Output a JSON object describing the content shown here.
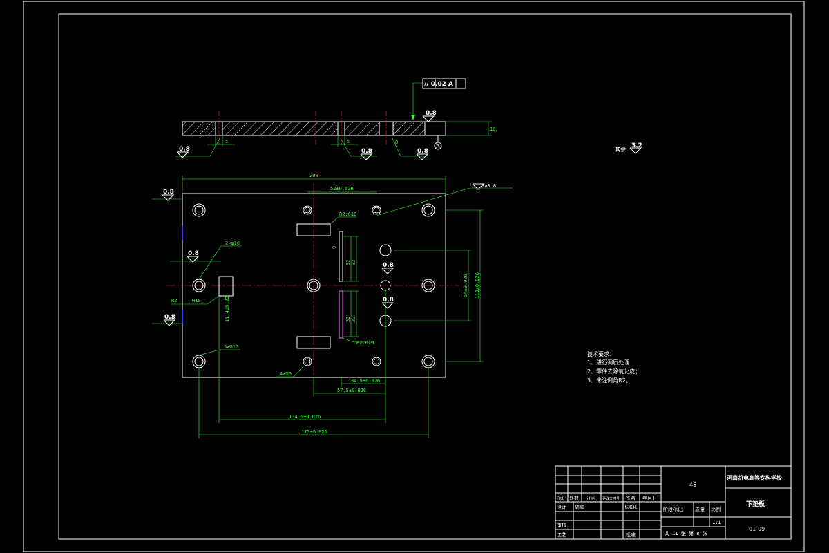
{
  "colors": {
    "background": "#000000",
    "outline": "#ffffff",
    "dimension": "#33ff33",
    "centerline": "#ff3333",
    "accent": "#3333ff"
  },
  "section_view": {
    "datum_label": "A",
    "flatness_tol": "// 0.02 A",
    "thickness": "10",
    "gap_labels": [
      "5",
      "5"
    ],
    "roughness_top": "0.8",
    "roughness_labels": [
      "0.8",
      "0.8",
      "0.8"
    ],
    "small_label": "8"
  },
  "plan_view": {
    "overall_width": "200",
    "roughness_labels": [
      "0.8",
      "0.8",
      "0.8",
      "0.8",
      "0.8",
      "0.8"
    ],
    "surface_note": "Ra0.8",
    "dims": {
      "top_hole_spacing": "52±0.026",
      "radius_top": "R2.610",
      "radius_bottom": "R2.610",
      "slot_a": "32",
      "slot_b": "32",
      "slot_c": "32",
      "slot_d": "32",
      "height_inner": "54±0.026",
      "height_outer": "113±0.026",
      "bot_a": "34.5±0.026",
      "bot_b": "57.5±0.026",
      "bot_c": "134.5±0.026",
      "bot_d": "173±0.026",
      "holes_2": "2×φ10",
      "holes_5": "5×M10",
      "holes_4": "4×M6",
      "r2": "R2",
      "h10": "H10",
      "side_small": "11.4±0.02",
      "nine": "9"
    }
  },
  "other_note": "其余",
  "other_note_ra": "3.2",
  "tech_requirements": {
    "title": "技术要求：",
    "items": [
      "1、进行调质处理",
      "2、零件去除氧化皮；",
      "3、未注倒角R2。"
    ]
  },
  "title_block": {
    "material": "45",
    "school": "河南机电高等专科学校",
    "part_name": "下垫板",
    "drawing_no": "01-09",
    "scale": "1:1",
    "headers": [
      "标记",
      "处数",
      "分区",
      "更改文件号",
      "签名",
      "年月日"
    ],
    "design_label": "设计",
    "designer": "周顺",
    "std_label": "标准化",
    "review_label": "审核",
    "process_label": "工艺",
    "approve_label": "批准",
    "stage_label": "阶段标记",
    "weight_label": "质量",
    "scale_label": "比例",
    "sheets": "共 11 张 第 8 张"
  }
}
